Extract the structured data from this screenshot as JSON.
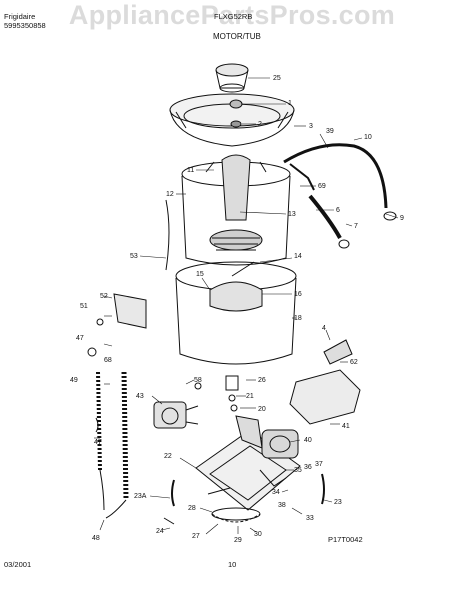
{
  "header": {
    "brand": "Frigidaire",
    "model": "FLXG52RB",
    "publication": "5995350858",
    "section_title": "MOTOR/TUB"
  },
  "watermark": "AppliancePartsPros.com",
  "footer": {
    "date": "03/2001",
    "page": "10",
    "diagram_code": "P17T0042"
  },
  "part_callouts": [
    "25",
    "1",
    "2",
    "3",
    "39",
    "10",
    "11",
    "12",
    "69",
    "13",
    "6",
    "7",
    "9",
    "53",
    "14",
    "15",
    "16",
    "52",
    "51",
    "18",
    "4",
    "47",
    "68",
    "62",
    "49",
    "58",
    "26",
    "43",
    "21",
    "20",
    "41",
    "47",
    "40",
    "22",
    "35",
    "36",
    "37",
    "23A",
    "34",
    "38",
    "23",
    "28",
    "33",
    "24",
    "27",
    "29",
    "30",
    "48"
  ]
}
